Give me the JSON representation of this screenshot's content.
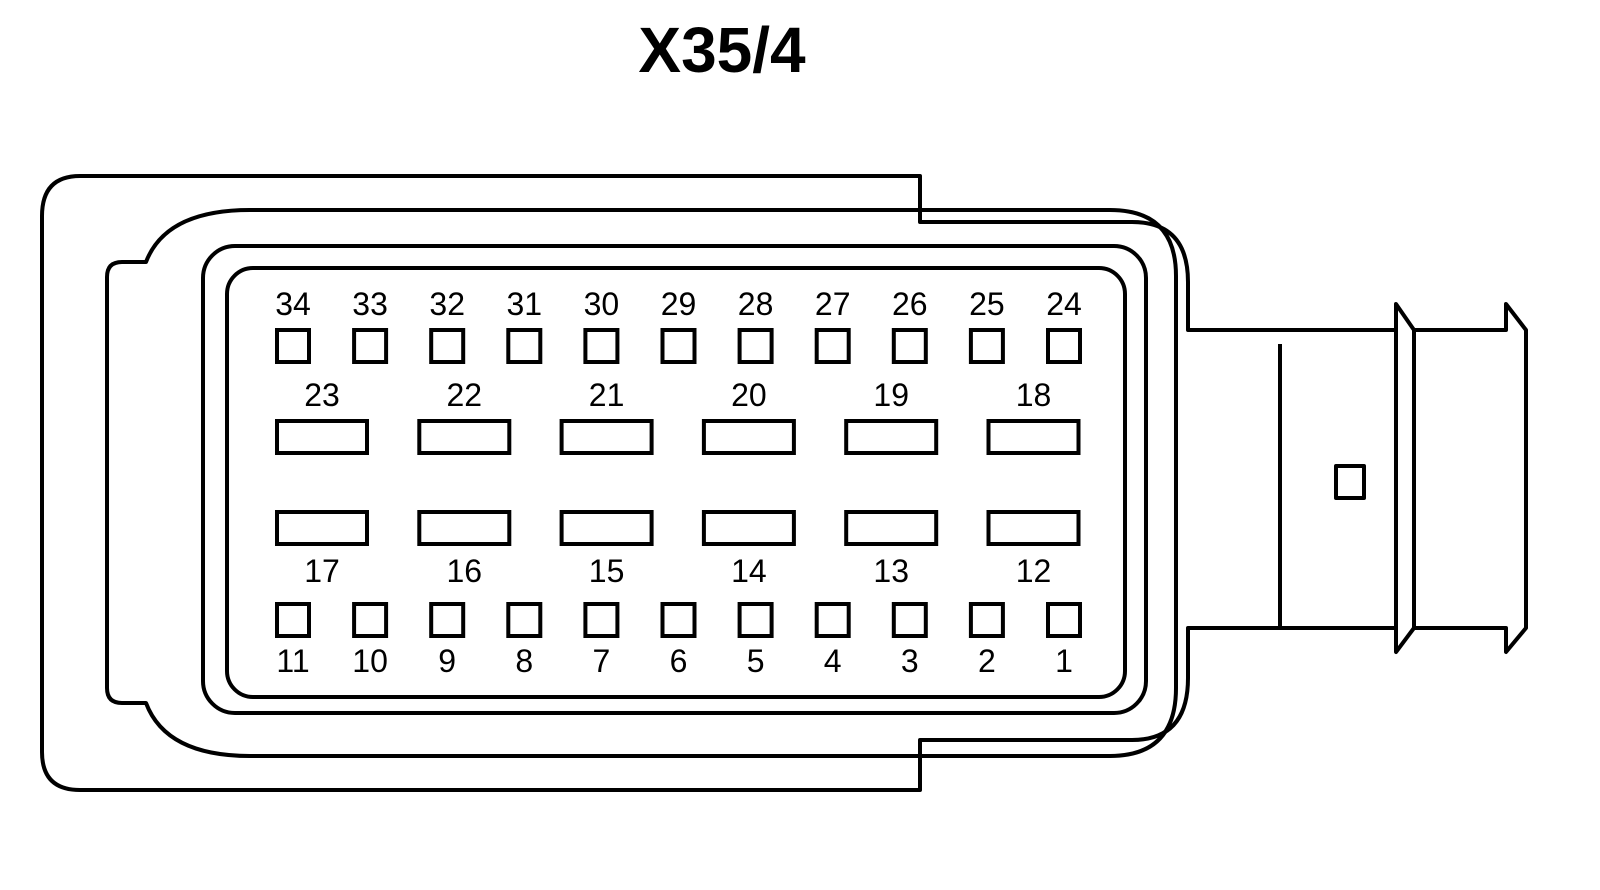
{
  "title": "X35/4",
  "pins": {
    "top_row": [
      "34",
      "33",
      "32",
      "31",
      "30",
      "29",
      "28",
      "27",
      "26",
      "25",
      "24"
    ],
    "upper_wide_row": [
      "23",
      "22",
      "21",
      "20",
      "19",
      "18"
    ],
    "lower_wide_row": [
      "17",
      "16",
      "15",
      "14",
      "13",
      "12"
    ],
    "bottom_row": [
      "11",
      "10",
      "9",
      "8",
      "7",
      "6",
      "5",
      "4",
      "3",
      "2",
      "1"
    ]
  }
}
